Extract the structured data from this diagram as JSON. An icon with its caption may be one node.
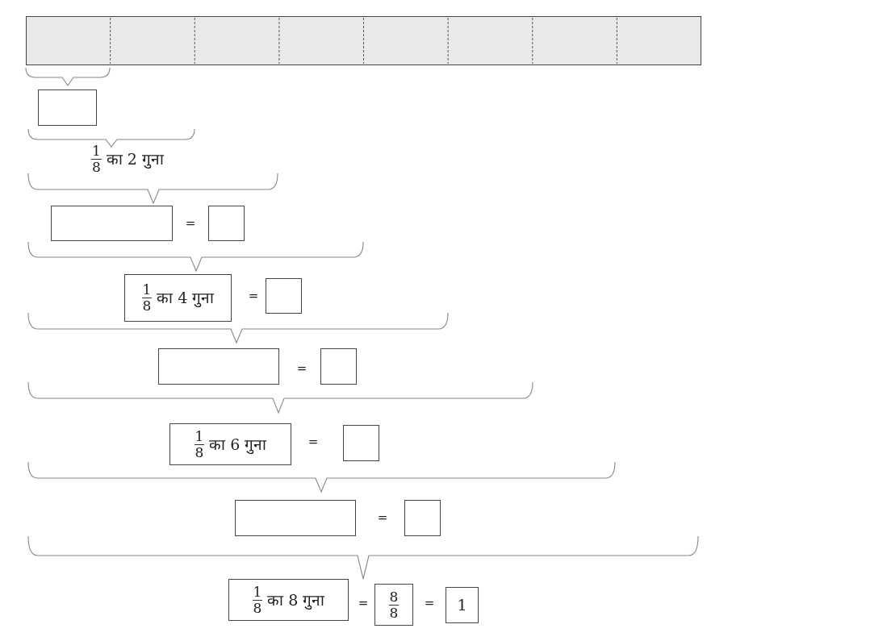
{
  "diagram": {
    "nodes": [
      {
        "text": [],
        "shape": "bar"
      },
      {
        "text": [],
        "shape": "box"
      },
      {
        "text": [],
        "shape": "box"
      },
      {
        "text": [],
        "shape": "box"
      },
      {
        "text": [
          "1",
          "8",
          "का 4 गुना"
        ]
      },
      {
        "text": [],
        "shape": "box"
      },
      {
        "text": [],
        "shape": "box"
      },
      {
        "text": [],
        "shape": "box"
      },
      {
        "text": [
          "1",
          "8",
          "का 6 गुना"
        ]
      },
      {
        "text": [],
        "shape": "box"
      },
      {
        "text": [],
        "shape": "box"
      },
      {
        "text": [],
        "shape": "box"
      },
      {
        "text": [
          "1",
          "8",
          "का 8 गुना"
        ]
      },
      {
        "text": [
          "8",
          "8"
        ]
      },
      {
        "text": [
          "1"
        ]
      }
    ],
    "labels": [
      "1",
      "8",
      "का 2 गुना",
      "=",
      "=",
      "=",
      "=",
      "=",
      "=",
      "="
    ]
  }
}
